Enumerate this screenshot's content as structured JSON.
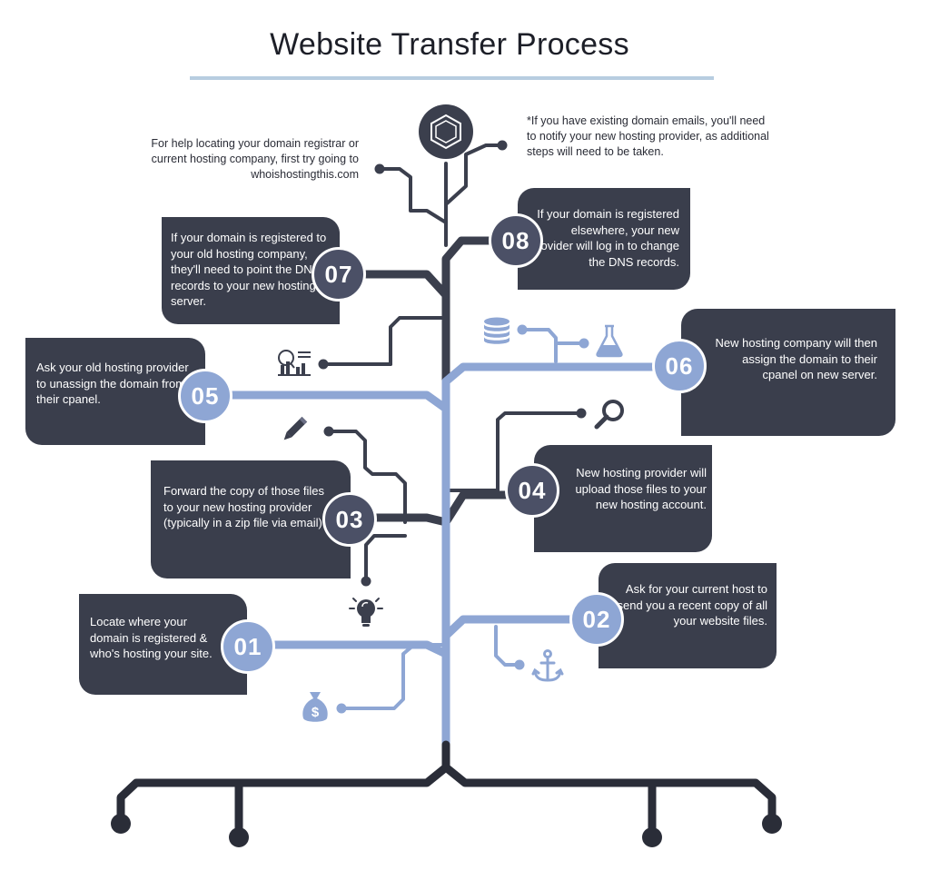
{
  "title": "Website Transfer Process",
  "notes": {
    "registrar_help": "For help locating your domain registrar or current hosting company, first try going to whoishostingthis.com",
    "domain_emails": "*If you have existing domain emails, you'll need to notify your new hosting provider, as additional steps will need to be taken."
  },
  "steps": [
    {
      "number": "01",
      "text": "Locate where your domain is registered & who's hosting your site."
    },
    {
      "number": "02",
      "text": "Ask for your current host to send you a recent copy of all your website files."
    },
    {
      "number": "03",
      "text": "Forward the copy of those files to your new hosting provider (typically in a zip file via email)."
    },
    {
      "number": "04",
      "text": "New hosting provider will upload those files to your new hosting account."
    },
    {
      "number": "05",
      "text": "Ask your old hosting provider to unassign the domain from their cpanel."
    },
    {
      "number": "06",
      "text": "New hosting company will then assign the domain to their cpanel on new server."
    },
    {
      "number": "07",
      "text": "If your domain is registered to your old hosting company, they'll need to point the DNS records to your new hosting server."
    },
    {
      "number": "08",
      "text": "If your domain is registered elsewhere, your new provider will log in to change the DNS records."
    }
  ],
  "icons": {
    "top": "hexagon-logo-icon",
    "step01": "money-bag-icon",
    "step02": "anchor-icon",
    "step03": [
      "pencil-icon",
      "lightbulb-icon"
    ],
    "step04": "magnifier-icon",
    "step05": "analytics-icon",
    "step06": [
      "database-icon",
      "flask-icon"
    ]
  },
  "colors": {
    "dark_trunk": "#3b3f4d",
    "light_branch": "#8ea6d4",
    "card": "#3a3e4c",
    "title_rule": "#b7cde0"
  }
}
